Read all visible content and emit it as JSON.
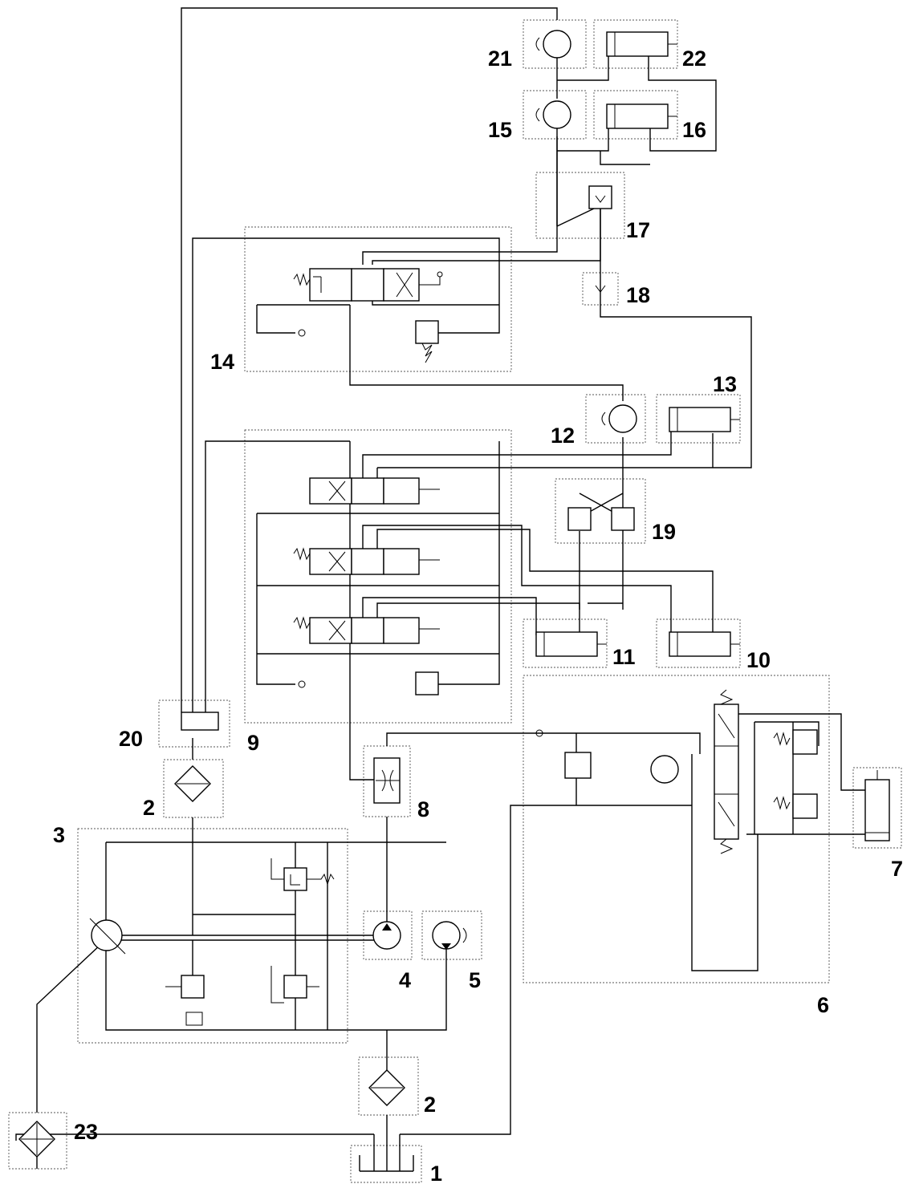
{
  "diagram": {
    "labels": {
      "l1": "1",
      "l2a": "2",
      "l2b": "2",
      "l3": "3",
      "l4": "4",
      "l5": "5",
      "l6": "6",
      "l7": "7",
      "l8": "8",
      "l9": "9",
      "l10": "10",
      "l11": "11",
      "l12": "12",
      "l13": "13",
      "l14": "14",
      "l15": "15",
      "l16": "16",
      "l17": "17",
      "l18": "18",
      "l19": "19",
      "l20": "20",
      "l21": "21",
      "l22": "22",
      "l23": "23"
    }
  }
}
